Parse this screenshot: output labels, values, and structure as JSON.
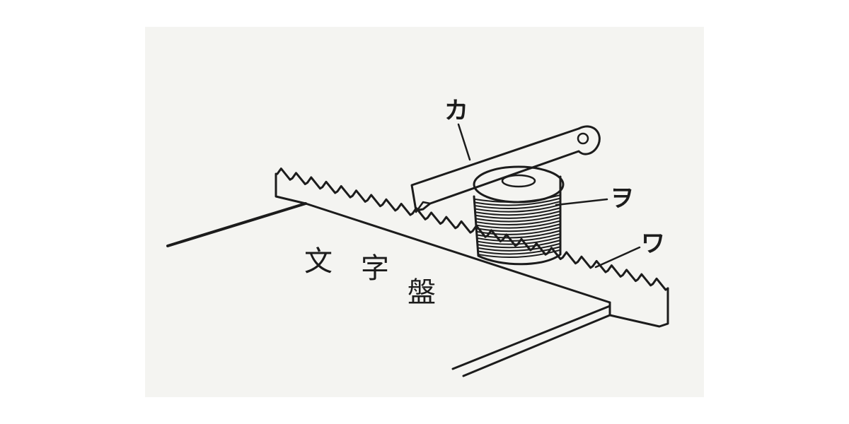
{
  "diagram": {
    "labels": {
      "lever": "カ",
      "coil": "ヲ",
      "rack": "ワ"
    },
    "plate_caption": [
      "文",
      "字",
      "盤"
    ],
    "colors": {
      "ink": "#1c1c1c",
      "paper": "#f4f4f1",
      "background": "#ffffff"
    }
  }
}
